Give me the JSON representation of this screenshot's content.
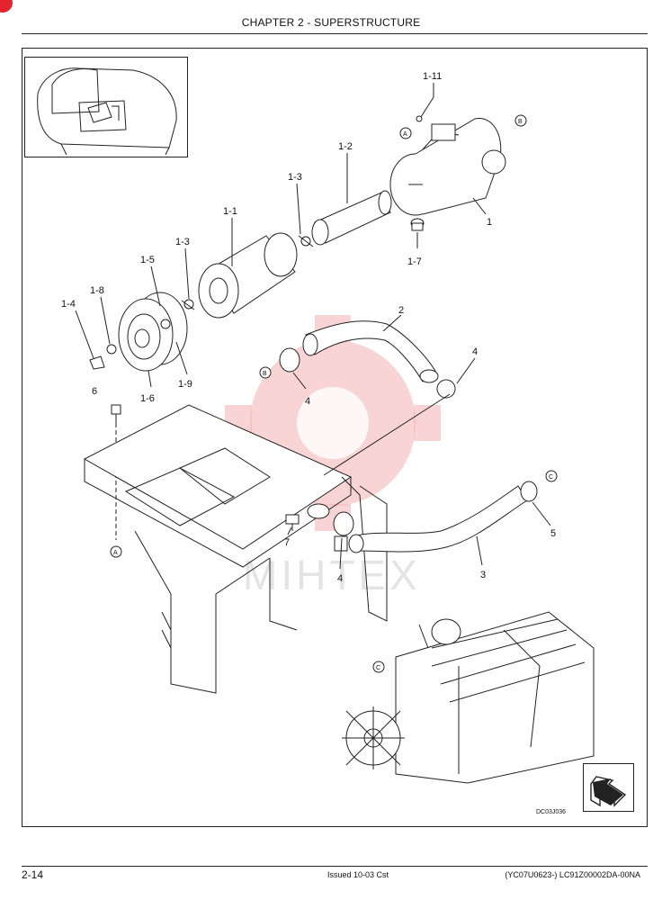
{
  "header": {
    "chapter_title": "CHAPTER 2 - SUPERSTRUCTURE"
  },
  "footer": {
    "page_number": "2-14",
    "issued": "Issued 10-03   Cst",
    "doc_code": "(YC07U0623-)    LC91Z00002DA-00NA"
  },
  "figure": {
    "figure_id": "DC03J036",
    "watermark_text": "MIHTEX",
    "callouts": {
      "c_1_11": "1-11",
      "c_1_2": "1-2",
      "c_1_3a": "1-3",
      "c_1_1": "1-1",
      "c_1_3b": "1-3",
      "c_1_5": "1-5",
      "c_1_8": "1-8",
      "c_1_4": "1-4",
      "c_1_6": "1-6",
      "c_1_9": "1-9",
      "c_1": "1",
      "c_1_7": "1-7",
      "c_2": "2",
      "c_4a": "4",
      "c_4b": "4",
      "c_4c": "4",
      "c_6": "6",
      "c_7": "7",
      "c_5": "5",
      "c_3": "3"
    },
    "refs": {
      "A_top": "A",
      "B_top": "B",
      "B_left": "B",
      "A_bottom": "A",
      "C_right": "C",
      "C_left": "C"
    }
  },
  "colors": {
    "watermark": "#f2b0b0",
    "line": "#222222",
    "corner_mark": "#e3232e"
  }
}
